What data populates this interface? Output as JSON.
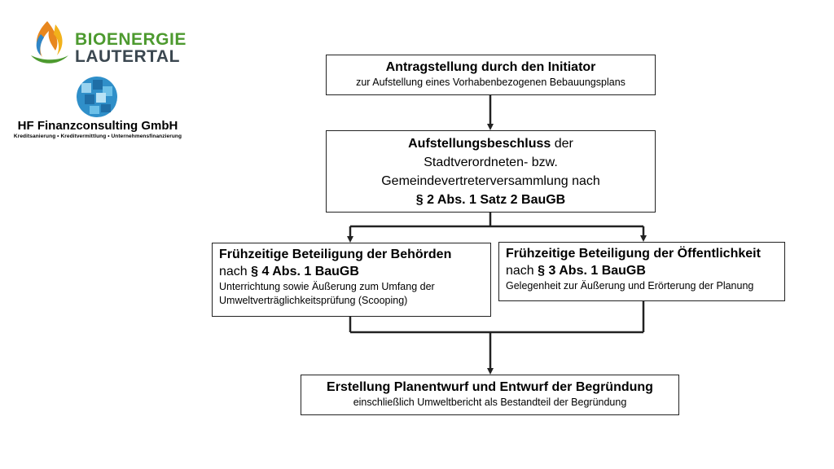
{
  "logos": {
    "bioenergie_line1": "BIOENERGIE",
    "bioenergie_line2": "LAUTERTAL",
    "hf_name": "HF Finanzconsulting GmbH",
    "hf_tagline": "Kreditsanierung • Kreditvermittlung • Unternehmensfinanzierung"
  },
  "steps": {
    "initiator": {
      "title": "Antragstellung durch den Initiator",
      "subtitle": "zur Aufstellung eines Vorhabenbezogenen Bebauungsplans"
    },
    "beschluss": {
      "title_bold": "Aufstellungsbeschluss",
      "title_rest": " der",
      "line2": "Stadtverordneten- bzw.",
      "line3": "Gemeindevertreterversammlung nach",
      "law": "§ 2 Abs. 1 Satz 2 BauGB"
    },
    "behoerden": {
      "title": "Frühzeitige Beteiligung der Behörden",
      "nach": "nach ",
      "law": "§ 4 Abs. 1 BauGB",
      "desc": "Unterrichtung sowie Äußerung zum Umfang der Umweltverträglichkeitsprüfung (Scooping)"
    },
    "oeffentlichkeit": {
      "title": "Frühzeitige Beteiligung der Öffentlichkeit",
      "nach": "nach ",
      "law": "§ 3 Abs. 1 BauGB",
      "desc": "Gelegenheit zur Äußerung und Erörterung der Planung"
    },
    "planentwurf": {
      "title": "Erstellung Planentwurf und Entwurf der Begründung",
      "subtitle": "einschließlich Umweltbericht als Bestandteil der Begründung"
    }
  },
  "colors": {
    "line": "#222222",
    "bio_green": "#4d9a2f",
    "bio_dark": "#3b4750"
  }
}
